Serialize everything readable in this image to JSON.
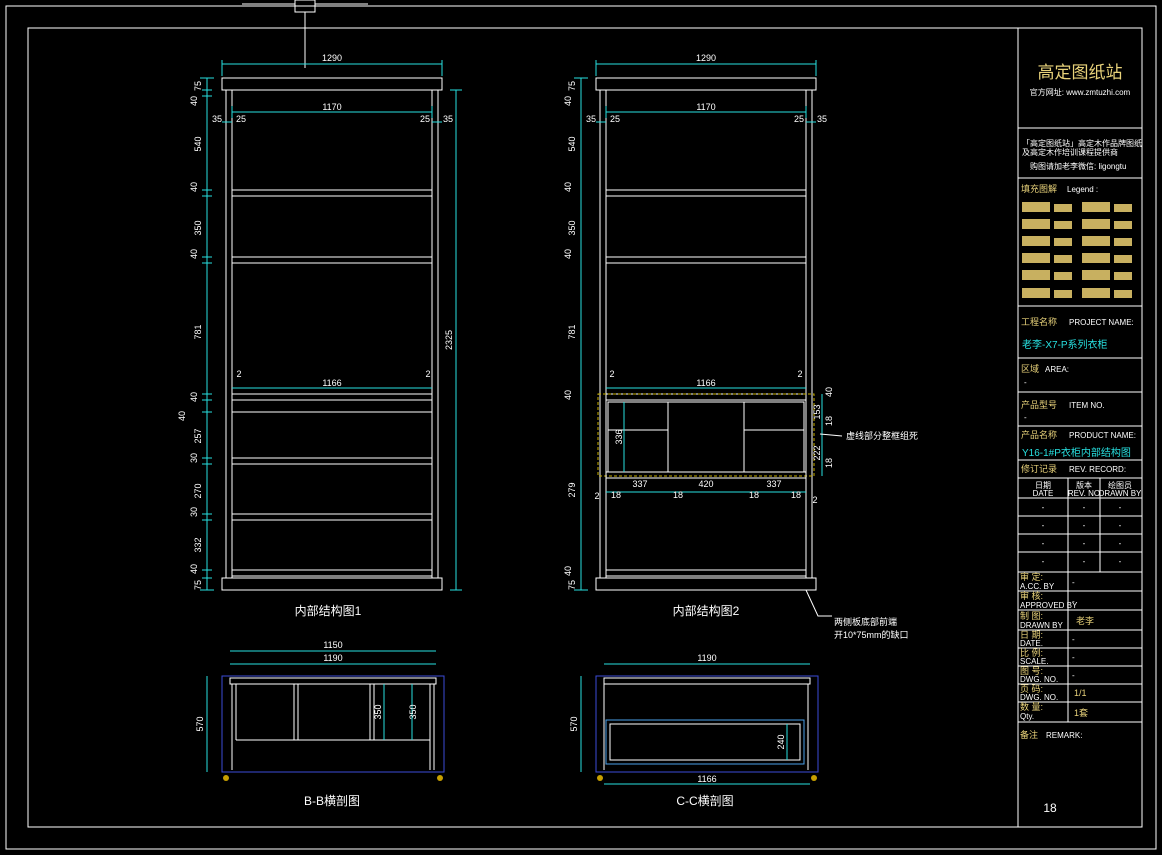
{
  "sheet_number": "18",
  "views": {
    "elevation1": {
      "caption": "内部结构图1",
      "top_width": "1290",
      "inner_width": "1170",
      "left_offsets": [
        "35",
        "25"
      ],
      "right_offsets": [
        "25",
        "35"
      ],
      "heights": [
        "75",
        "40",
        "540",
        "40",
        "350",
        "40",
        "781",
        "40",
        "40",
        "257",
        "30",
        "270",
        "30",
        "332",
        "40",
        "75"
      ],
      "total_height": "2325",
      "mid_width": "1166",
      "mid_gaps": [
        "2",
        "2"
      ]
    },
    "elevation2": {
      "caption": "内部结构图2",
      "top_width": "1290",
      "inner_width": "1170",
      "left_offsets": [
        "35",
        "25"
      ],
      "right_offsets": [
        "25",
        "35"
      ],
      "heights": [
        "75",
        "40",
        "540",
        "40",
        "350",
        "40",
        "781",
        "40",
        "279",
        "40",
        "75"
      ],
      "drawer_width": "1166",
      "drawer_gaps": [
        "2",
        "2"
      ],
      "drawer_height": "336",
      "right_dims": [
        "40",
        "153",
        "18",
        "222",
        "18"
      ],
      "bottom_dims": [
        "2",
        "18",
        "337",
        "18",
        "420",
        "18",
        "337",
        "18",
        "2"
      ],
      "note_dashed": "虚线部分整框组死",
      "note_bottom_line1": "两侧板底部前端",
      "note_bottom_line2": "开10*75mm的缺口"
    },
    "section_b": {
      "caption": "B-B横剖图",
      "outer_width": "1150",
      "inner_width": "1190",
      "height": "570",
      "dims": [
        "350",
        "350"
      ]
    },
    "section_c": {
      "caption": "C-C横剖图",
      "outer_width": "1190",
      "inner_width": "1166",
      "height": "570",
      "dim": "240"
    }
  },
  "title_block": {
    "brand": "高定图纸站",
    "website": "官方网址: www.zmtuzhi.com",
    "promo_line1": "「高定图纸站」高定木作品牌图纸",
    "promo_line2": "及高定木作培训课程提供商",
    "contact": "购图请加老李微信: ligongtu",
    "legend_label": "填充图解",
    "legend_label_en": "Legend :",
    "project_label": "工程名称",
    "project_label_en": "PROJECT NAME:",
    "project_value": "老李-X7-P系列衣柜",
    "area_label": "区域",
    "area_label_en": "AREA:",
    "area_value": "-",
    "item_label": "产品型号",
    "item_label_en": "ITEM NO.",
    "item_value": "-",
    "product_label": "产品名称",
    "product_label_en": "PRODUCT NAME:",
    "product_value": "Y16-1#P衣柜内部结构图",
    "revision_label": "修订记录",
    "revision_label_en": "REV. RECORD:",
    "rev_headers": [
      {
        "cn": "日期",
        "en": "DATE"
      },
      {
        "cn": "版本",
        "en": "REV. NO"
      },
      {
        "cn": "绘图员",
        "en": "DRAWN BY"
      }
    ],
    "rev_rows": [
      [
        "-",
        "-",
        "-"
      ],
      [
        "-",
        "-",
        "-"
      ],
      [
        "-",
        "-",
        "-"
      ],
      [
        "-",
        "-",
        "-"
      ]
    ],
    "fields": [
      {
        "cn": "审 定:",
        "en": "A.CC. BY",
        "value": "-"
      },
      {
        "cn": "审 核:",
        "en": "APPROVED BY",
        "value": "-"
      },
      {
        "cn": "制 图:",
        "en": "DRAWN BY",
        "value": "老李"
      },
      {
        "cn": "日 期:",
        "en": "DATE.",
        "value": "-"
      },
      {
        "cn": "比 例:",
        "en": "SCALE.",
        "value": "-"
      },
      {
        "cn": "图 号:",
        "en": "DWG. NO.",
        "value": "-"
      },
      {
        "cn": "页 码:",
        "en": "DWG. NO.",
        "value": "1/1"
      },
      {
        "cn": "数 量:",
        "en": "Qty.",
        "value": "1套"
      }
    ],
    "remark_label": "备注",
    "remark_label_en": "REMARK:"
  },
  "colors": {
    "background": "#000000",
    "frame": "#ffffff",
    "dimension": "#27e0e0",
    "cabinet": "#ffffff",
    "title_gold": "#e8d27a",
    "highlight": "#3b4bd8",
    "dashed": "#c8b000"
  }
}
